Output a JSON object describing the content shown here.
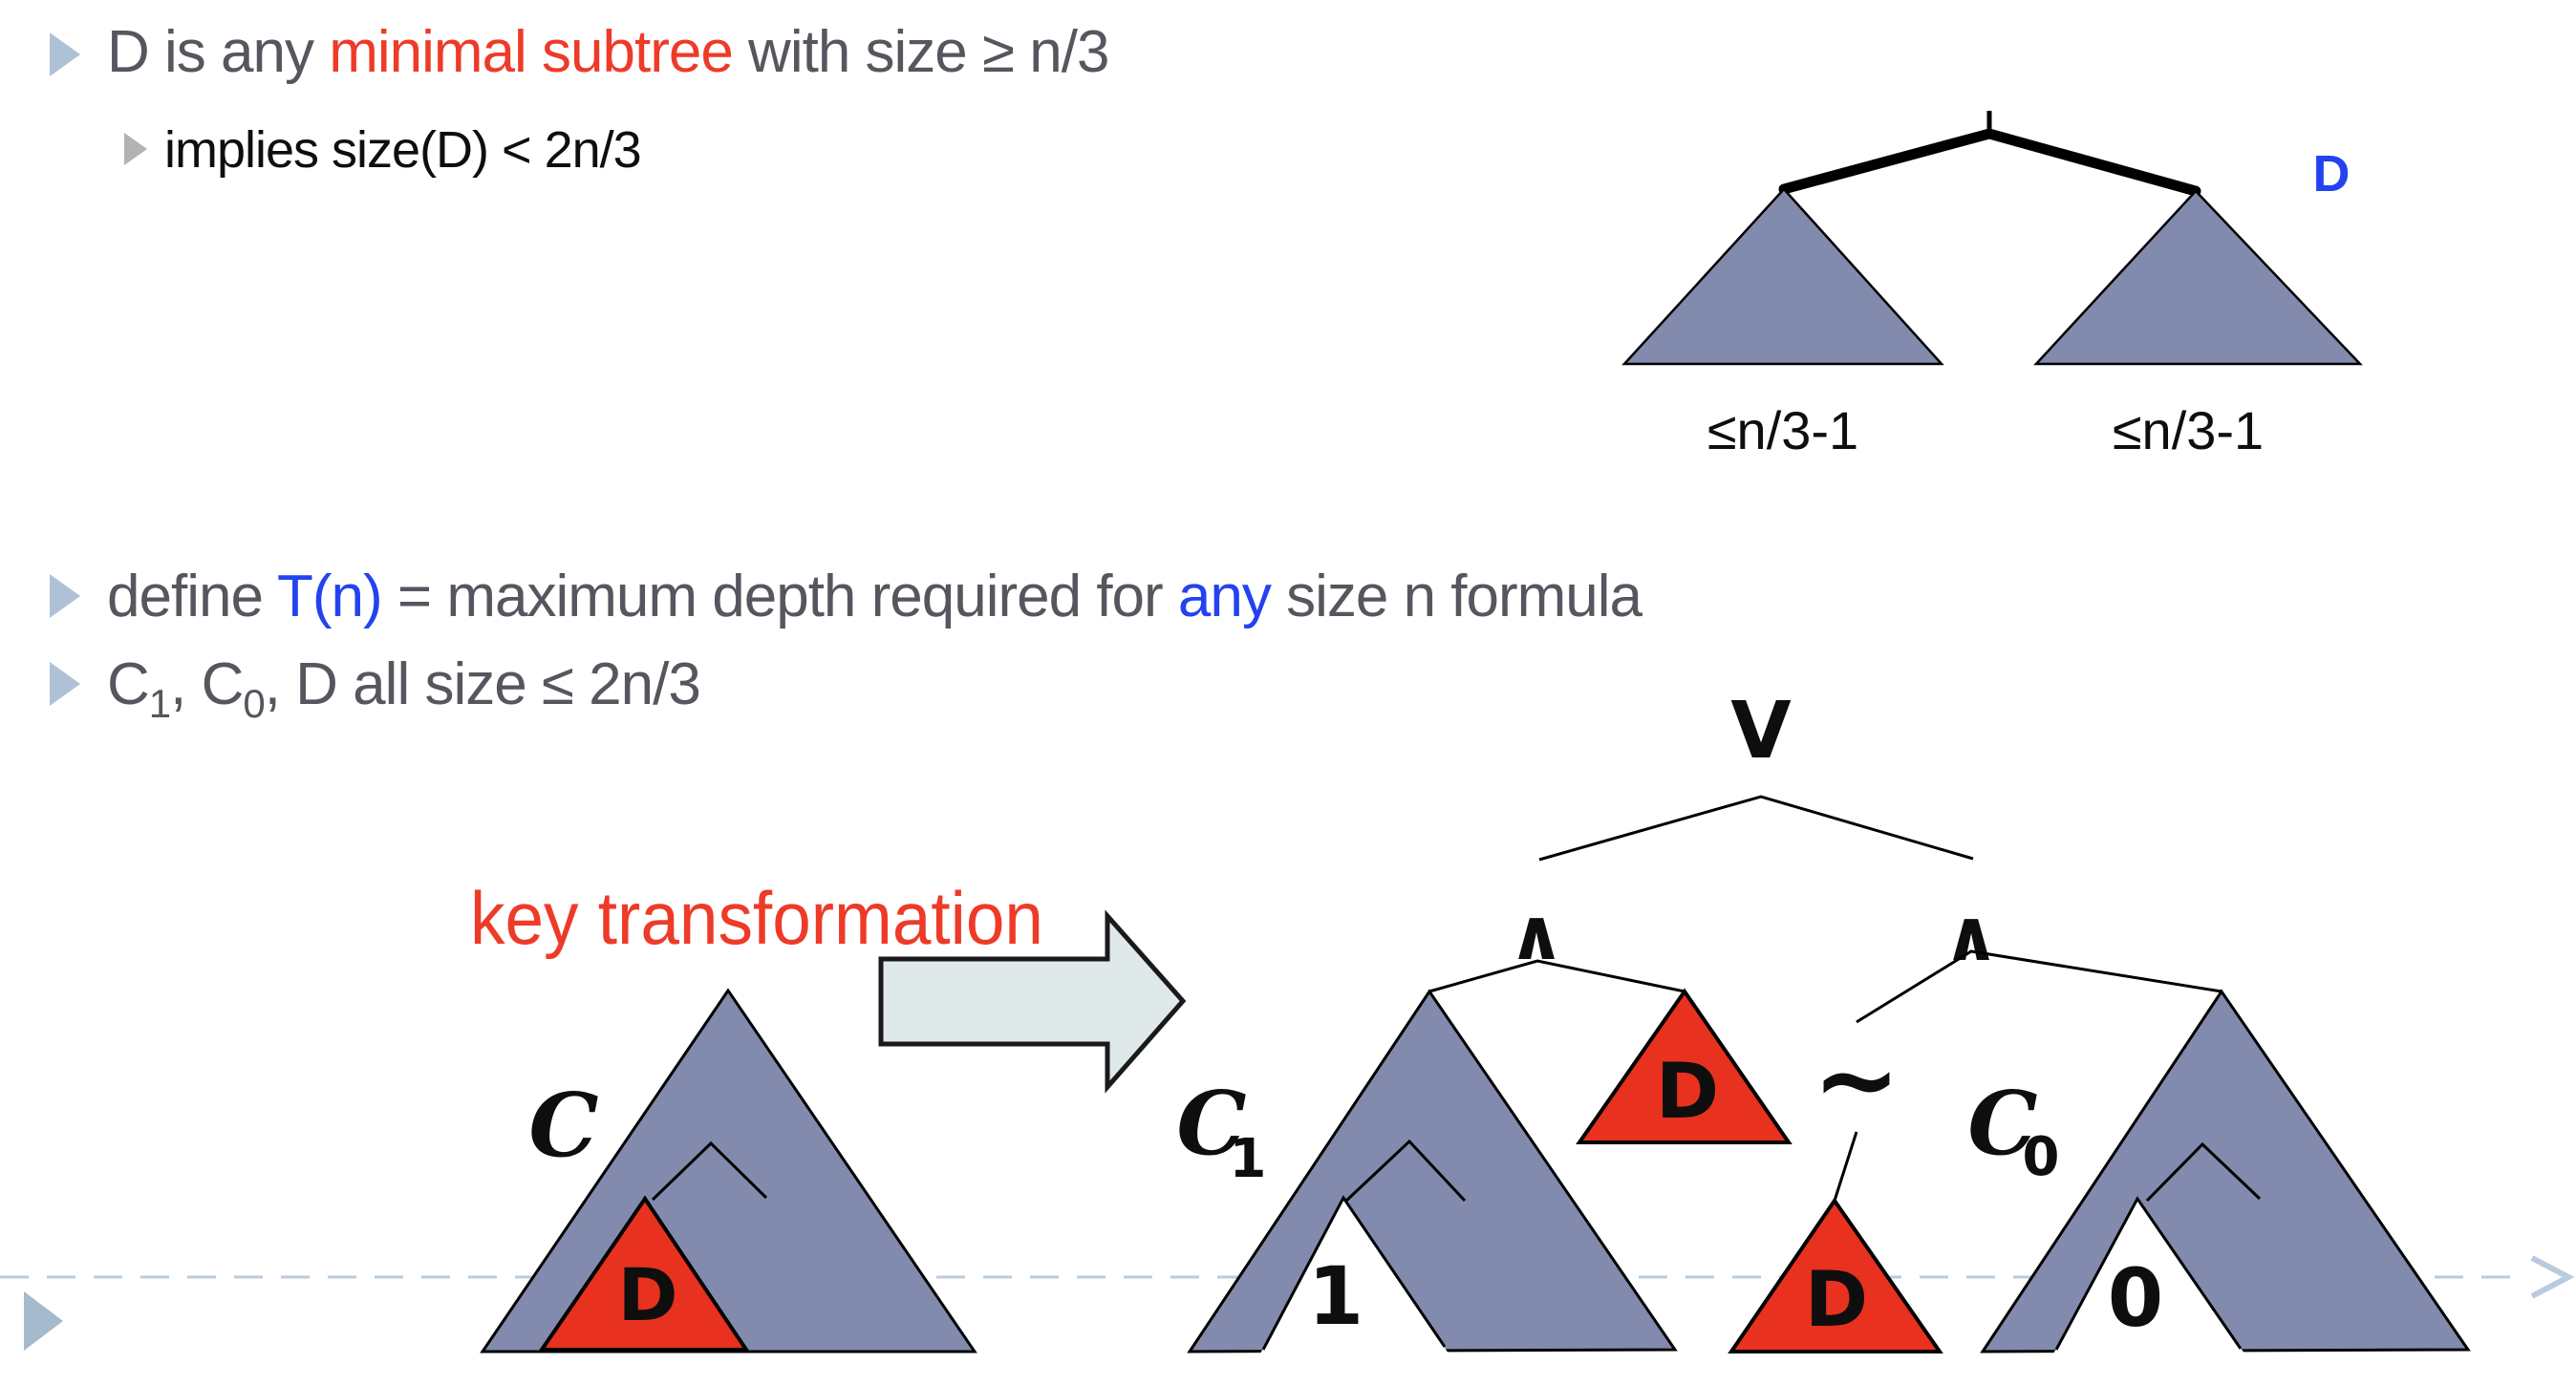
{
  "palette": {
    "text_gray": "#55565E",
    "text_black": "#0E0E0E",
    "accent_red": "#EE3A28",
    "accent_blue": "#2342F0",
    "shape_gray": "#828BAD",
    "shape_red": "#E8311F",
    "arrow_fill": "#DFE9EA",
    "dashed_line": "#B9CBDE",
    "bullet_chevron": "#AFC2D5",
    "sub_bullet_chevron": "#B3B3B3",
    "play_icon": "#A6BACE"
  },
  "bullets": {
    "b1": {
      "pre": "D is any ",
      "highlight": "minimal subtree",
      "post": " with size ≥ n/3"
    },
    "b1_sub": "implies size(D) < 2n/3",
    "b3": {
      "pre": "define ",
      "t_of_n": "T(n)",
      "mid": " = maximum depth required for ",
      "any": "any",
      "post": " size n formula"
    },
    "b4": {
      "c": "C",
      "sub_1": "1",
      "mid": ", C",
      "sub_0": "0",
      "rest": ", D all size ≤ 2n/3"
    }
  },
  "top_right_diagram": {
    "d_label": "D",
    "left_subtree_size": "≤n/3-1",
    "right_subtree_size": "≤n/3-1"
  },
  "transformation": {
    "label": "key transformation"
  },
  "left_figure": {
    "c_label": "C",
    "d_label": "D"
  },
  "right_tree": {
    "or_gate": "V",
    "and_gate_left": "∧",
    "and_gate_right": "∧",
    "not_gate": "~",
    "c1_label": "C",
    "c1_subscript": "1",
    "leaf_one": "1",
    "d_upper": "D",
    "c0_label": "C",
    "c0_subscript": "0",
    "leaf_zero": "0",
    "d_lower": "D"
  }
}
